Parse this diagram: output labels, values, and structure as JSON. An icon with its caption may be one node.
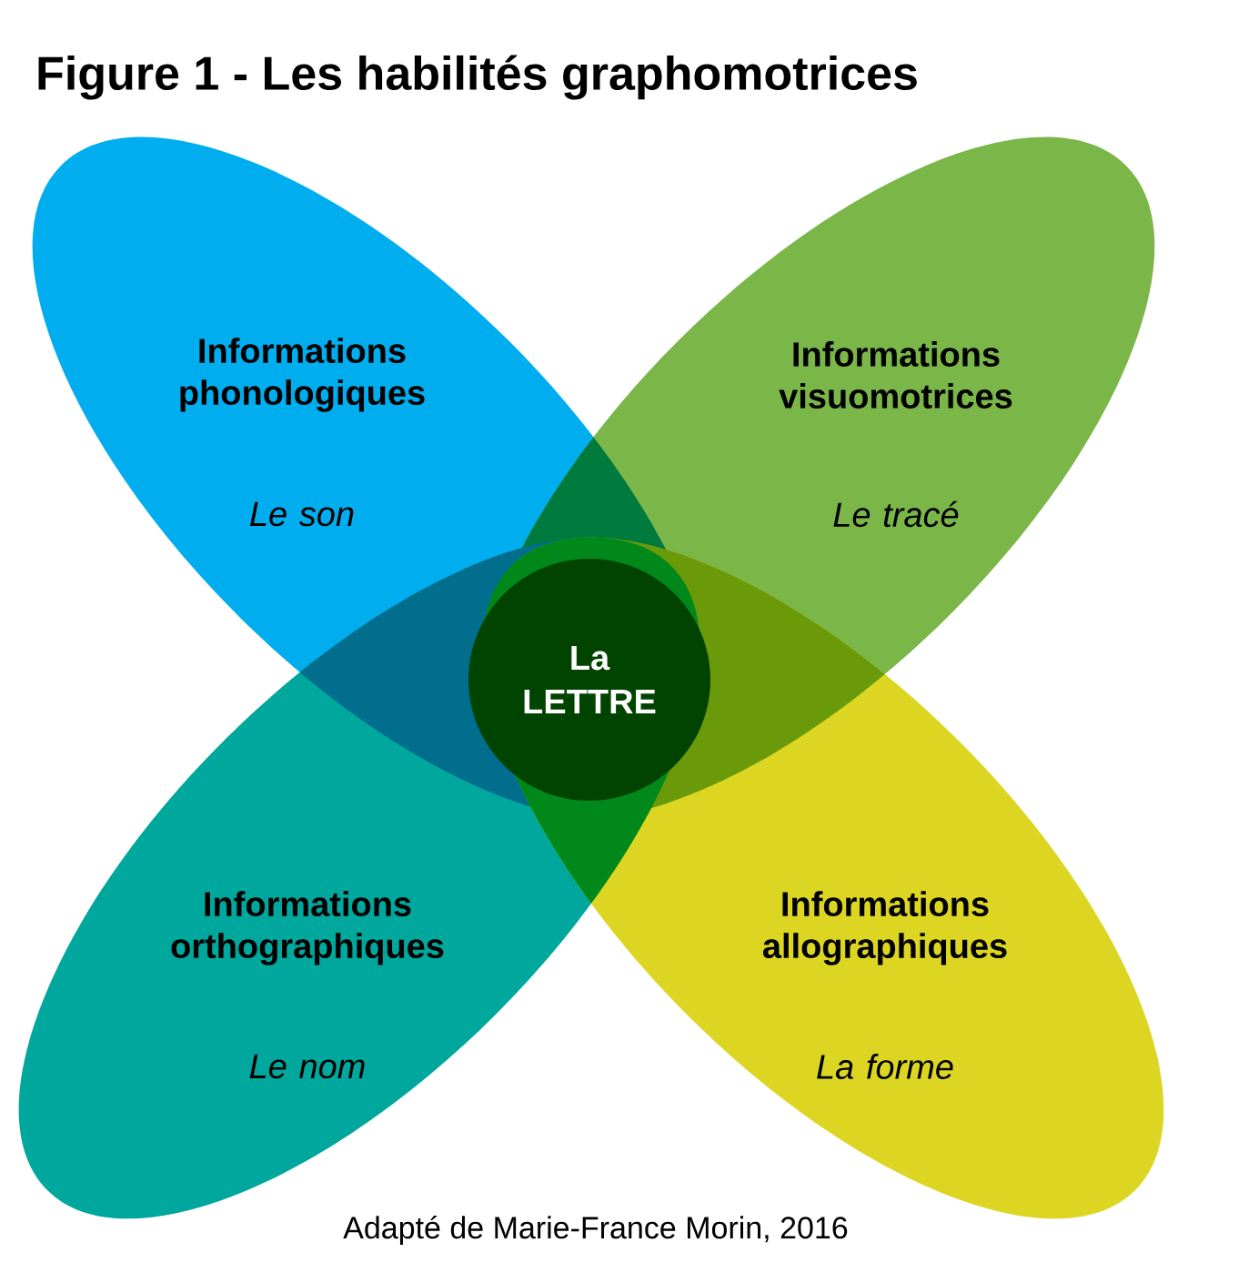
{
  "diagram": {
    "title": "Figure 1 - Les habilités graphomotrices",
    "caption": "Adapté de Marie-France Morin, 2016",
    "nodes": [
      {
        "text": [
          "Informations phonologiques",
          "Le son"
        ]
      },
      {
        "text": [
          "Informations visuomotrices",
          "Le tracé"
        ]
      },
      {
        "text": [
          "Informations orthographiques",
          "Le nom"
        ]
      },
      {
        "text": [
          "Informations allographiques",
          "La forme"
        ]
      },
      {
        "text": [
          "La LETTRE"
        ]
      }
    ],
    "edges": []
  }
}
